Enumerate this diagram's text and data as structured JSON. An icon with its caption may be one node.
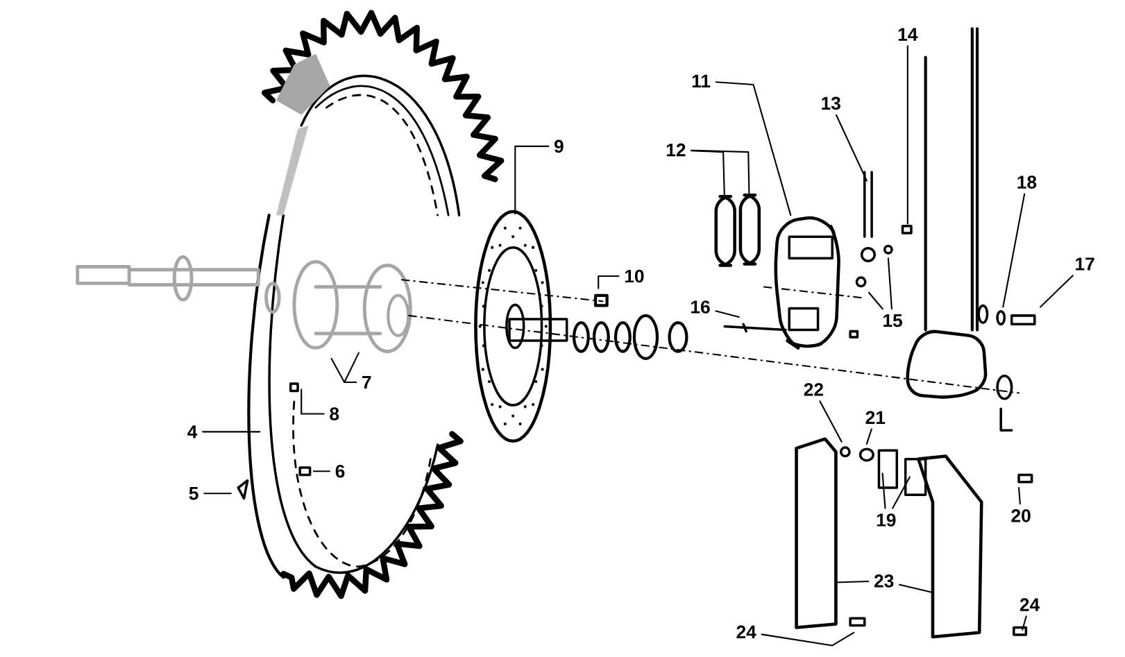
{
  "diagram": {
    "nodes": [
      {
        "text": [
          "4"
        ]
      },
      {
        "text": [
          "5"
        ]
      },
      {
        "text": [
          "6"
        ]
      },
      {
        "text": [
          "7"
        ]
      },
      {
        "text": [
          "8"
        ]
      },
      {
        "text": [
          "9"
        ]
      },
      {
        "text": [
          "10"
        ]
      },
      {
        "text": [
          "11"
        ]
      },
      {
        "text": [
          "12"
        ]
      },
      {
        "text": [
          "13"
        ]
      },
      {
        "text": [
          "14"
        ]
      },
      {
        "text": [
          "15"
        ]
      },
      {
        "text": [
          "16"
        ]
      },
      {
        "text": [
          "17"
        ]
      },
      {
        "text": [
          "18"
        ]
      },
      {
        "text": [
          "19"
        ]
      },
      {
        "text": [
          "20"
        ]
      },
      {
        "text": [
          "21"
        ]
      },
      {
        "text": [
          "22"
        ]
      },
      {
        "text": [
          "23"
        ]
      },
      {
        "text": [
          "24"
        ]
      },
      {
        "text": [
          "24"
        ]
      },
      {
        "text": [],
        "shape": "picture"
      },
      {
        "text": [],
        "shape": "picture"
      }
    ],
    "edges": [
      {
        "from": 0,
        "to": null,
        "arrow": "none"
      },
      {
        "from": 1,
        "to": null,
        "arrow": "none"
      },
      {
        "from": 2,
        "to": null,
        "arrow": "none"
      },
      {
        "from": 3,
        "to": null,
        "arrow": "none"
      },
      {
        "from": 3,
        "to": null,
        "arrow": "none"
      },
      {
        "from": 4,
        "to": null,
        "arrow": "none"
      },
      {
        "from": 5,
        "to": null,
        "arrow": "none"
      },
      {
        "from": 6,
        "to": null,
        "arrow": "none"
      },
      {
        "from": 7,
        "to": null,
        "arrow": "none"
      },
      {
        "from": 8,
        "to": 22,
        "arrow": "none"
      },
      {
        "from": 8,
        "to": 23,
        "arrow": "none"
      },
      {
        "from": 9,
        "to": null,
        "arrow": "none"
      },
      {
        "from": 10,
        "to": null,
        "arrow": "none"
      },
      {
        "from": 11,
        "to": null,
        "arrow": "none"
      },
      {
        "from": 11,
        "to": null,
        "arrow": "none"
      },
      {
        "from": 12,
        "to": null,
        "arrow": "none"
      },
      {
        "from": 13,
        "to": null,
        "arrow": "none"
      },
      {
        "from": 14,
        "to": null,
        "arrow": "none"
      },
      {
        "from": 15,
        "to": null,
        "arrow": "none"
      },
      {
        "from": 15,
        "to": null,
        "arrow": "none"
      },
      {
        "from": 16,
        "to": null,
        "arrow": "none"
      },
      {
        "from": 17,
        "to": null,
        "arrow": "none"
      },
      {
        "from": 18,
        "to": null,
        "arrow": "none"
      },
      {
        "from": 19,
        "to": null,
        "arrow": "none"
      },
      {
        "from": 19,
        "to": null,
        "arrow": "none"
      },
      {
        "from": 20,
        "to": null,
        "arrow": "none"
      },
      {
        "from": 21,
        "to": null,
        "arrow": "none"
      }
    ]
  }
}
